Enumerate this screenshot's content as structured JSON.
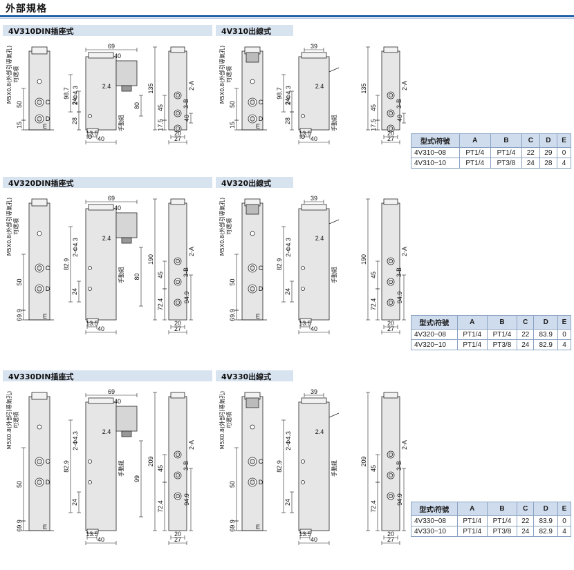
{
  "page": {
    "title": "外部規格"
  },
  "sections": [
    {
      "label": "4V310DIN插座式",
      "dims": {
        "width_top": "69",
        "width_inner": "40",
        "height_total": "135",
        "left_a": "50",
        "left_b": "15",
        "left_c": "98.7",
        "left_d": "24",
        "left_e": "28",
        "mid_80": "80",
        "port_24": "2.4",
        "hole_2": "2-Φ4.3",
        "bottom_135": "13.5",
        "bottom_40": "40",
        "right_45": "45",
        "right_40": "40",
        "right_175": "17.5",
        "right_20": "20",
        "right_27": "27",
        "port_a": "2-A",
        "port_b": "3-B",
        "note_m5": "M5X0.8(外部引導氣孔)",
        "note_hole": "可選項",
        "manual": "手動鈕",
        "c": "C",
        "d": "D",
        "e": "E"
      }
    },
    {
      "label": "4V310出線式",
      "dims": {
        "width_top": "39",
        "height_total": "135",
        "left_a": "50",
        "left_b": "15",
        "left_c": "98.7",
        "left_d": "24",
        "left_e": "28",
        "port_24": "2.4",
        "hole_2": "2-Φ4.3",
        "bottom_135": "13.5",
        "bottom_40": "40",
        "right_45": "45",
        "right_40": "40",
        "right_175": "17.5",
        "right_20": "20",
        "right_27": "27",
        "port_a": "2-A",
        "port_b": "3-B",
        "note_m5": "M5X0.8(外部引導氣孔)",
        "note_hole": "可選項",
        "manual": "手動鈕",
        "c": "C",
        "d": "D",
        "e": "E"
      }
    },
    {
      "label": "4V320DIN插座式",
      "dims": {
        "width_top": "69",
        "width_inner": "40",
        "height_total": "190",
        "left_a": "50",
        "left_b": "69.9",
        "left_c": "82.9",
        "left_d": "24",
        "mid_80": "80",
        "port_24": "2.4",
        "hole_2": "2-Φ4.3",
        "bottom_135": "13.5",
        "bottom_40": "40",
        "right_45": "45",
        "right_724": "72.4",
        "right_949": "94.9",
        "right_20": "20",
        "right_27": "27",
        "port_a": "2-A",
        "port_b": "3-B",
        "note_m5": "M5X0.8(外部引導氣孔)",
        "note_hole": "可選項",
        "manual": "手動鈕",
        "c": "C",
        "d": "D",
        "e": "E"
      }
    },
    {
      "label": "4V320出線式",
      "dims": {
        "width_top": "39",
        "height_total": "190",
        "left_a": "50",
        "left_b": "69.9",
        "left_c": "82.9",
        "left_d": "24",
        "port_24": "2.4",
        "hole_2": "2-Φ4.3",
        "bottom_135": "13.5",
        "bottom_40": "40",
        "right_45": "45",
        "right_724": "72.4",
        "right_949": "94.9",
        "right_20": "20",
        "right_27": "27",
        "port_a": "2-A",
        "port_b": "3-B",
        "note_m5": "M5X0.8(外部引導氣孔)",
        "note_hole": "可選項",
        "manual": "手動鈕",
        "c": "C",
        "d": "D",
        "e": "E"
      }
    },
    {
      "label": "4V330DIN插座式",
      "dims": {
        "width_top": "69",
        "width_inner": "40",
        "height_total": "209",
        "left_a": "50",
        "left_b": "69.9",
        "left_c": "82.9",
        "left_d": "24",
        "mid_99": "99",
        "port_24": "2.4",
        "hole_2": "2-Φ4.3",
        "bottom_135": "13.5",
        "bottom_40": "40",
        "right_45": "45",
        "right_724": "72.4",
        "right_949": "94.9",
        "right_20": "20",
        "right_27": "27",
        "port_a": "2-A",
        "port_b": "3-B",
        "note_m5": "M5X0.8(外部引導氣孔)",
        "note_hole": "可選項",
        "manual": "手動鈕",
        "c": "C",
        "d": "D",
        "e": "E"
      }
    },
    {
      "label": "4V330出線式",
      "dims": {
        "width_top": "39",
        "height_total": "209",
        "left_a": "50",
        "left_b": "69.9",
        "left_c": "82.9",
        "left_d": "24",
        "port_24": "2.4",
        "hole_2": "2-Φ4.3",
        "bottom_135": "13.5",
        "bottom_40": "40",
        "right_45": "45",
        "right_724": "72.4",
        "right_949": "94.9",
        "right_20": "20",
        "right_27": "27",
        "port_a": "2-A",
        "port_b": "3-B",
        "note_m5": "M5X0.8(外部引導氣孔)",
        "note_hole": "可選項",
        "manual": "手動鈕",
        "c": "C",
        "d": "D",
        "e": "E"
      }
    }
  ],
  "tables": [
    {
      "headers": [
        "型式\\符號",
        "A",
        "B",
        "C",
        "D",
        "E"
      ],
      "rows": [
        [
          "4V310−08",
          "PT1/4",
          "PT1/4",
          "22",
          "29",
          "0"
        ],
        [
          "4V310−10",
          "PT1/4",
          "PT3/8",
          "24",
          "28",
          "4"
        ]
      ]
    },
    {
      "headers": [
        "型式\\符號",
        "A",
        "B",
        "C",
        "D",
        "E"
      ],
      "rows": [
        [
          "4V320−08",
          "PT1/4",
          "PT1/4",
          "22",
          "83.9",
          "0"
        ],
        [
          "4V320−10",
          "PT1/4",
          "PT3/8",
          "24",
          "82.9",
          "4"
        ]
      ]
    },
    {
      "headers": [
        "型式\\符號",
        "A",
        "B",
        "C",
        "D",
        "E"
      ],
      "rows": [
        [
          "4V330−08",
          "PT1/4",
          "PT1/4",
          "22",
          "83.9",
          "0"
        ],
        [
          "4V330−10",
          "PT1/4",
          "PT3/8",
          "24",
          "82.9",
          "4"
        ]
      ]
    }
  ],
  "colors": {
    "accent": "#1f5fa8",
    "band": "#d8e3f0",
    "table_header": "#cfdced",
    "body_fill": "#e6e6e6",
    "line": "#222222"
  }
}
